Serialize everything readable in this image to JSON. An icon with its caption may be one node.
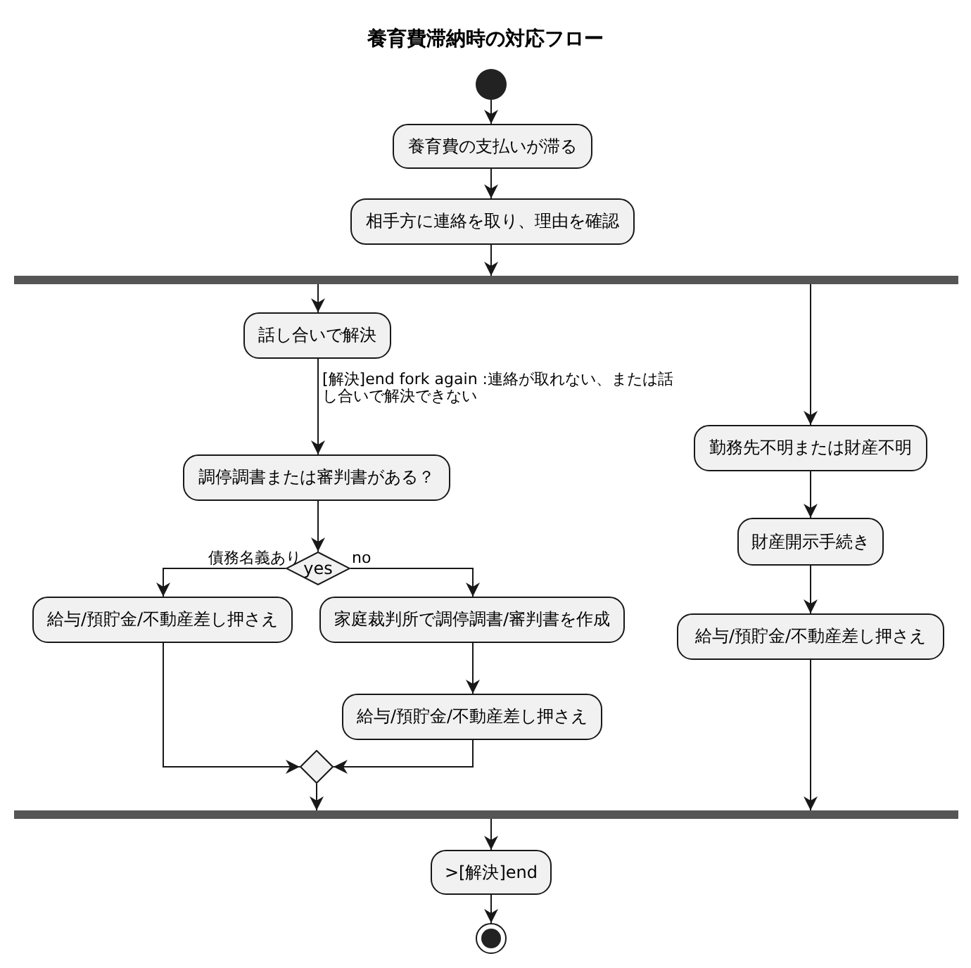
{
  "diagram": {
    "title": "養育費滞納時の対応フロー",
    "nodes": [
      {
        "text": [],
        "shape": "circle"
      },
      {
        "text": [
          "養育費の支払いが滞る"
        ]
      },
      {
        "text": [
          "相手方に連絡を取り、理由を確認"
        ]
      },
      {
        "text": [],
        "shape": "bar"
      },
      {
        "text": [
          "話し合いで解決"
        ]
      },
      {
        "text": [
          "調停調書または審判書がある？"
        ]
      },
      {
        "text": [
          "yes"
        ]
      },
      {
        "text": [
          "給与/預貯金/不動産差し押さえ"
        ]
      },
      {
        "text": [
          "家庭裁判所で調停調書/審判書を作成"
        ]
      },
      {
        "text": [
          "給与/預貯金/不動産差し押さえ"
        ]
      },
      {
        "text": [],
        "shape": "diamond"
      },
      {
        "text": [
          "勤務先不明または財産不明"
        ]
      },
      {
        "text": [
          "財産開示手続き"
        ]
      },
      {
        "text": [
          "給与/預貯金/不動産差し押さえ"
        ]
      },
      {
        "text": [],
        "shape": "bar"
      },
      {
        "text": [
          ">[解決]end"
        ]
      },
      {
        "text": [],
        "shape": "circle"
      }
    ],
    "edges": [
      {
        "from": 0,
        "to": 1,
        "arrow": "to"
      },
      {
        "from": 1,
        "to": 2,
        "arrow": "to"
      },
      {
        "from": 2,
        "to": 3,
        "arrow": "to"
      },
      {
        "from": 3,
        "to": 4,
        "arrow": "to"
      },
      {
        "from": 4,
        "to": 5,
        "arrow": "to",
        "label": "[解決]end fork again :連絡が取れない、または話し合いで解決できない"
      },
      {
        "from": 3,
        "to": 11,
        "arrow": "to"
      },
      {
        "from": 5,
        "to": 6,
        "arrow": "to"
      },
      {
        "from": 6,
        "to": 7,
        "arrow": "to",
        "label": "債務名義あり"
      },
      {
        "from": 6,
        "to": 8,
        "arrow": "to",
        "label": "no"
      },
      {
        "from": 8,
        "to": 9,
        "arrow": "to"
      },
      {
        "from": 7,
        "to": 10,
        "arrow": "to"
      },
      {
        "from": 9,
        "to": 10,
        "arrow": "to"
      },
      {
        "from": 10,
        "to": 14,
        "arrow": "to"
      },
      {
        "from": 11,
        "to": 12,
        "arrow": "to"
      },
      {
        "from": 12,
        "to": 13,
        "arrow": "to"
      },
      {
        "from": 13,
        "to": 14,
        "arrow": "to"
      },
      {
        "from": 14,
        "to": 15,
        "arrow": "to"
      },
      {
        "from": 15,
        "to": 16,
        "arrow": "to"
      }
    ]
  }
}
